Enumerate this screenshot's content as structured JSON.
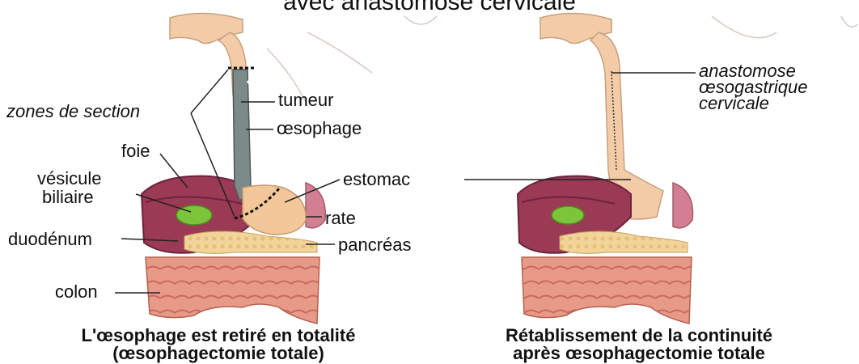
{
  "header": {
    "title": "avec anastomose cervicale"
  },
  "left_panel": {
    "labels": {
      "zones_section": "zones de section",
      "tumeur": "tumeur",
      "oesophage": "œsophage",
      "foie": "foie",
      "vesicule_1": "vésicule",
      "vesicule_2": "biliaire",
      "estomac": "estomac",
      "duodenum": "duodénum",
      "rate": "rate",
      "pancreas": "pancréas",
      "colon": "colon"
    },
    "caption_line1": "L'œsophage est retiré en totalité",
    "caption_line2": "(œsophagectomie totale)"
  },
  "right_panel": {
    "labels": {
      "anastomose_1": "anastomose",
      "anastomose_2": "œsogastrique",
      "anastomose_3": "cervicale"
    },
    "caption_line1": "Rétablissement de la continuité",
    "caption_line2": "après œsophagectomie totale"
  },
  "colors": {
    "skin": "#f3cba7",
    "skin_outline": "#c8a080",
    "liver": "#9a3a55",
    "liver_dark": "#6e2240",
    "gallbladder": "#7cc43a",
    "esophagus_tumor": "#7d8a8a",
    "stomach": "#f2c79a",
    "pancreas": "#f1d49a",
    "intestine": "#e89a88",
    "intestine_dark": "#c96a5a",
    "spleen": "#d27f92",
    "leader": "#222222"
  }
}
